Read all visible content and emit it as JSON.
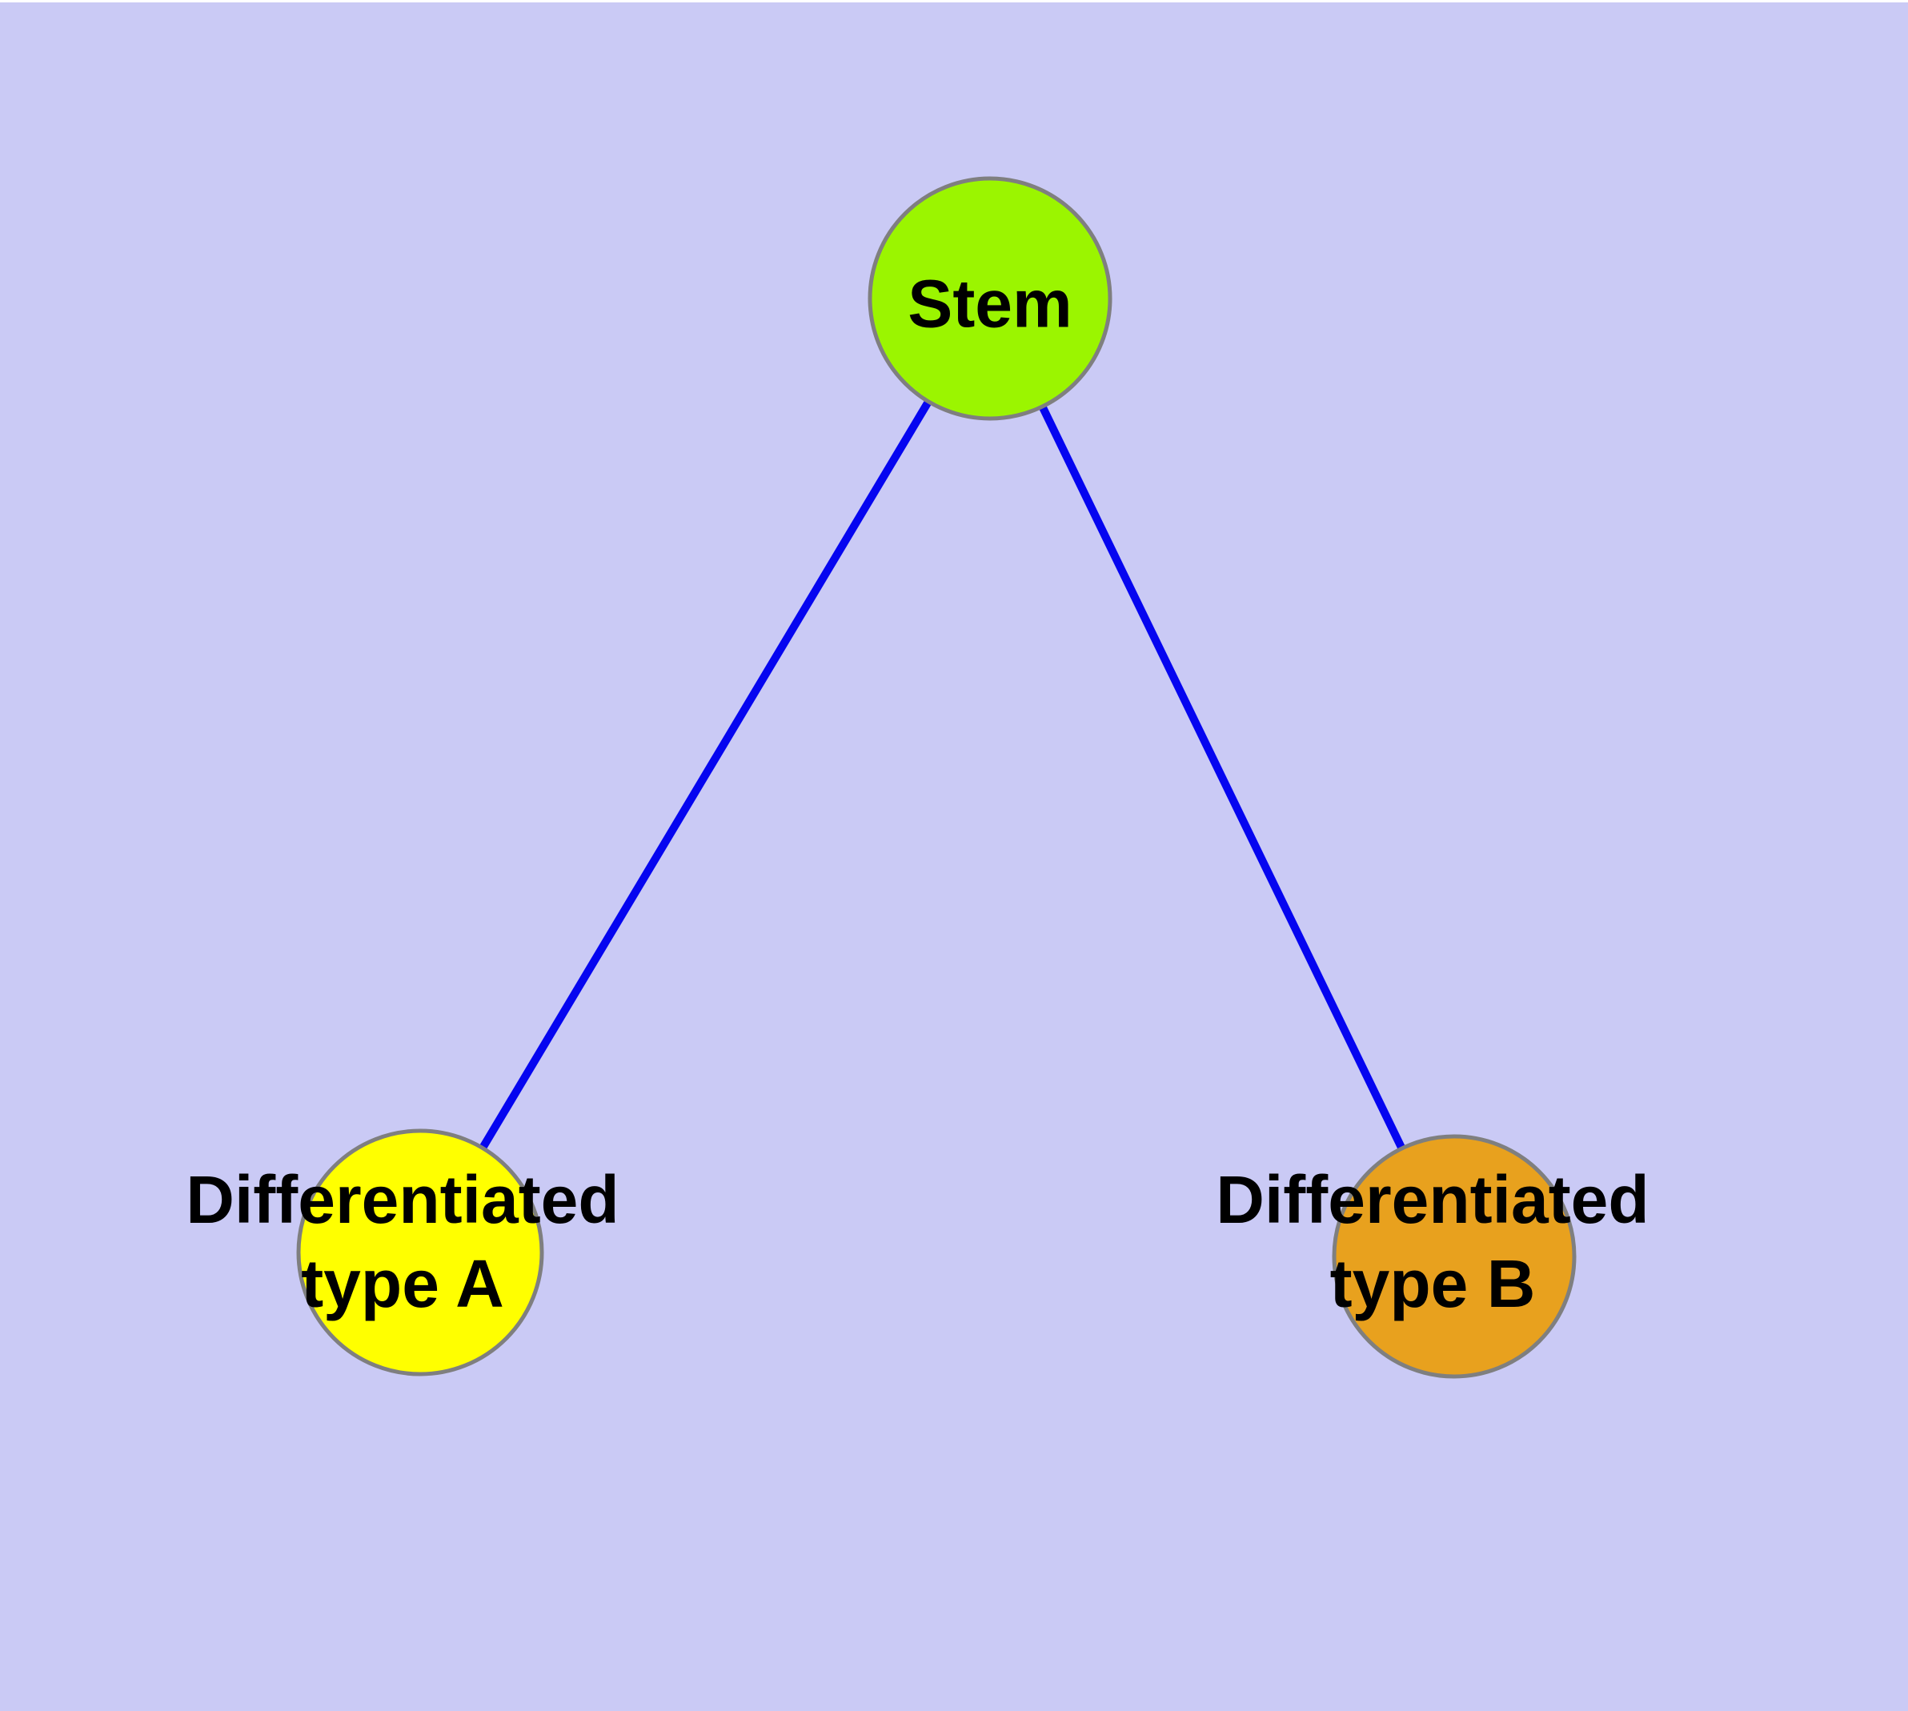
{
  "diagram": {
    "background_color": "#CACAF5",
    "top_strip_color": "#FFFFFF",
    "edge_color": "#0505F0",
    "node_border_color": "#7F7F7F",
    "label_color": "#000000",
    "nodes": [
      {
        "id": "stem",
        "label": "Stem",
        "fill": "#9BF500"
      },
      {
        "id": "differentiated-type-a",
        "label": "Differentiated type A",
        "label_lines": [
          "Differentiated",
          "type A"
        ],
        "fill": "#FFFF00"
      },
      {
        "id": "differentiated-type-b",
        "label": "Differentiated type B",
        "label_lines": [
          "Differentiated",
          "type B"
        ],
        "fill": "#E8A11E"
      }
    ],
    "edges": [
      {
        "from": "Stem",
        "to": "Differentiated type A"
      },
      {
        "from": "Stem",
        "to": "Differentiated type B"
      }
    ]
  }
}
